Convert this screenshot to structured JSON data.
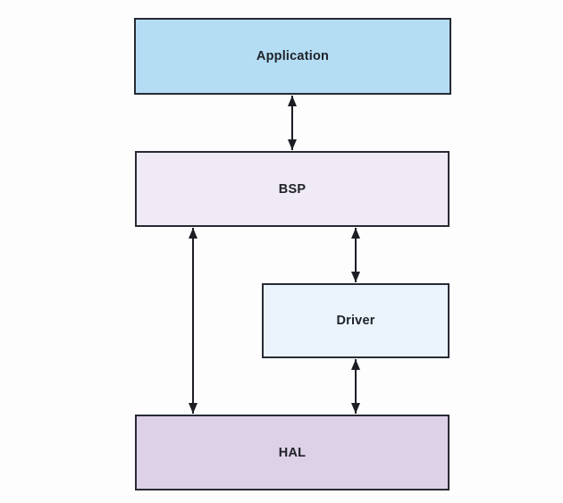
{
  "diagram": {
    "type": "block-diagram",
    "boxes": [
      {
        "id": "application",
        "label": "Application",
        "fill": "#b4ddf4"
      },
      {
        "id": "bsp",
        "label": "BSP",
        "fill": "#efeaf5"
      },
      {
        "id": "driver",
        "label": "Driver",
        "fill": "#ebf3fc"
      },
      {
        "id": "hal",
        "label": "HAL",
        "fill": "#dcd1e7"
      }
    ],
    "connections": [
      {
        "from": "Application",
        "to": "BSP",
        "arrow": "bidirectional"
      },
      {
        "from": "BSP",
        "to": "HAL",
        "arrow": "bidirectional"
      },
      {
        "from": "BSP",
        "to": "Driver",
        "arrow": "bidirectional"
      },
      {
        "from": "Driver",
        "to": "HAL",
        "arrow": "bidirectional"
      }
    ],
    "colors": {
      "background": "#fdfdfd",
      "border": "#272b33",
      "arrow": "#1c1e24",
      "text": "#20232a"
    }
  }
}
